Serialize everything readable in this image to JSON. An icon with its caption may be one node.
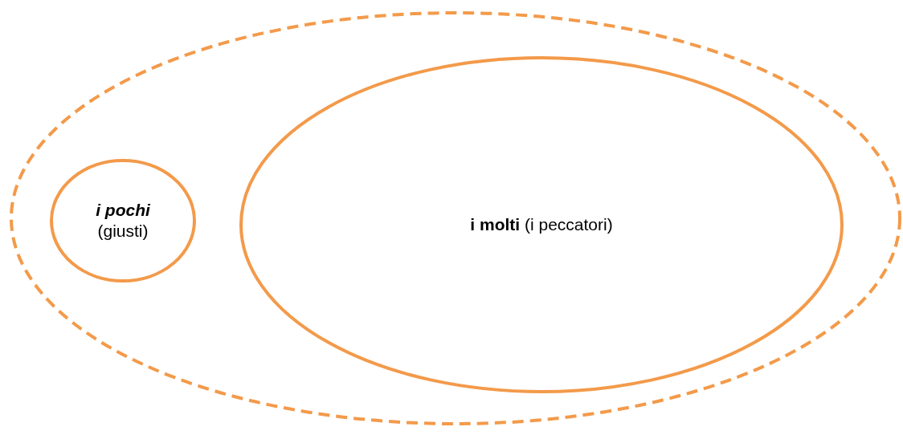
{
  "diagram": {
    "nodes": [
      {
        "text": [],
        "shape": "ellipse"
      },
      {
        "text": [
          "i pochi",
          "(giusti)"
        ],
        "in": 0
      },
      {
        "text": [
          "**i molti** (i peccatori)"
        ],
        "in": 0
      }
    ]
  }
}
